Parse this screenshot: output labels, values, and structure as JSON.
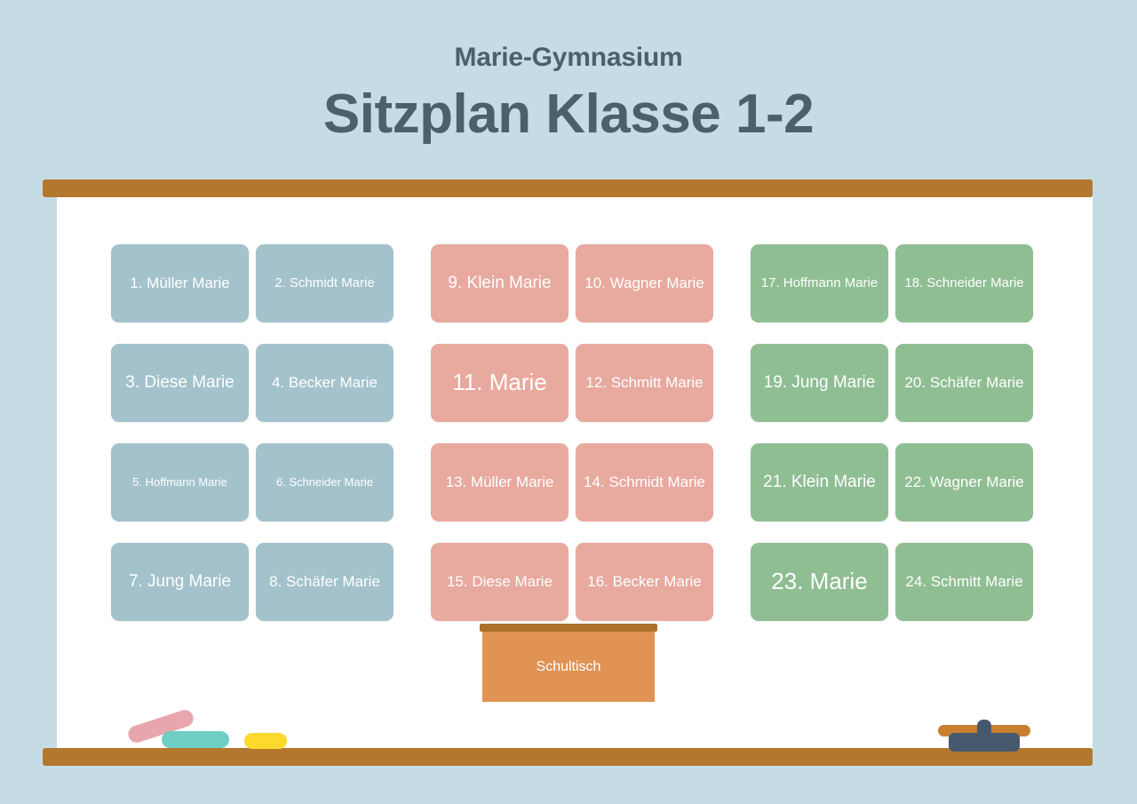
{
  "header": {
    "school_name": "Marie-Gymnasium",
    "plan_title": "Sitzplan Klasse 1-2"
  },
  "colors": {
    "background": "#c5dce5",
    "title_text": "#4a616b",
    "board_frame": "#b3772e",
    "board_surface": "#ffffff",
    "desk_blue": "#a3c2cc",
    "desk_pink": "#e8a99f",
    "desk_green": "#8fbe93",
    "teacher_desk": "#e09353",
    "teacher_desk_top": "#ad712c",
    "chalk_pink": "#e7a6ae",
    "chalk_teal": "#6ecfc4",
    "chalk_yellow": "#fcd92b",
    "eraser_body": "#46596e",
    "eraser_felt": "#c8802f"
  },
  "teacher_desk": {
    "label": "Schultisch"
  },
  "seating": {
    "rows": [
      {
        "groups": [
          {
            "color": "blue",
            "desks": [
              {
                "label": "1. Müller Marie",
                "size": "fs-md"
              },
              {
                "label": "2. Schmidt Marie",
                "size": "fs-sm"
              }
            ]
          },
          {
            "color": "pink",
            "desks": [
              {
                "label": "9. Klein Marie",
                "size": "fs-lg"
              },
              {
                "label": "10. Wagner Marie",
                "size": "fs-md"
              }
            ]
          },
          {
            "color": "green",
            "desks": [
              {
                "label": "17. Hoffmann Marie",
                "size": "fs-sm"
              },
              {
                "label": "18. Schneider Marie",
                "size": "fs-sm"
              }
            ]
          }
        ]
      },
      {
        "groups": [
          {
            "color": "blue",
            "desks": [
              {
                "label": "3. Diese Marie",
                "size": "fs-lg"
              },
              {
                "label": "4. Becker Marie",
                "size": "fs-md"
              }
            ]
          },
          {
            "color": "pink",
            "desks": [
              {
                "label": "11. Marie",
                "size": "fs-xl"
              },
              {
                "label": "12. Schmitt Marie",
                "size": "fs-md"
              }
            ]
          },
          {
            "color": "green",
            "desks": [
              {
                "label": "19. Jung Marie",
                "size": "fs-lg"
              },
              {
                "label": "20. Schäfer Marie",
                "size": "fs-md"
              }
            ]
          }
        ]
      },
      {
        "groups": [
          {
            "color": "blue",
            "desks": [
              {
                "label": "5. Hoffmann Marie",
                "size": "fs-xs"
              },
              {
                "label": "6. Schneider Marie",
                "size": "fs-xs"
              }
            ]
          },
          {
            "color": "pink",
            "desks": [
              {
                "label": "13. Müller Marie",
                "size": "fs-md"
              },
              {
                "label": "14. Schmidt Marie",
                "size": "fs-md"
              }
            ]
          },
          {
            "color": "green",
            "desks": [
              {
                "label": "21. Klein Marie",
                "size": "fs-lg"
              },
              {
                "label": "22. Wagner Marie",
                "size": "fs-md"
              }
            ]
          }
        ]
      },
      {
        "groups": [
          {
            "color": "blue",
            "desks": [
              {
                "label": "7. Jung Marie",
                "size": "fs-lg"
              },
              {
                "label": "8. Schäfer Marie",
                "size": "fs-md"
              }
            ]
          },
          {
            "color": "pink",
            "desks": [
              {
                "label": "15. Diese Marie",
                "size": "fs-md"
              },
              {
                "label": "16. Becker Marie",
                "size": "fs-md"
              }
            ]
          },
          {
            "color": "green",
            "desks": [
              {
                "label": "23. Marie",
                "size": "fs-xl"
              },
              {
                "label": "24. Schmitt Marie",
                "size": "fs-md"
              }
            ]
          }
        ]
      }
    ]
  },
  "decorations": {
    "chalk_pieces": [
      "chalk-pink",
      "chalk-teal",
      "chalk-yellow"
    ],
    "eraser": "board-eraser"
  }
}
